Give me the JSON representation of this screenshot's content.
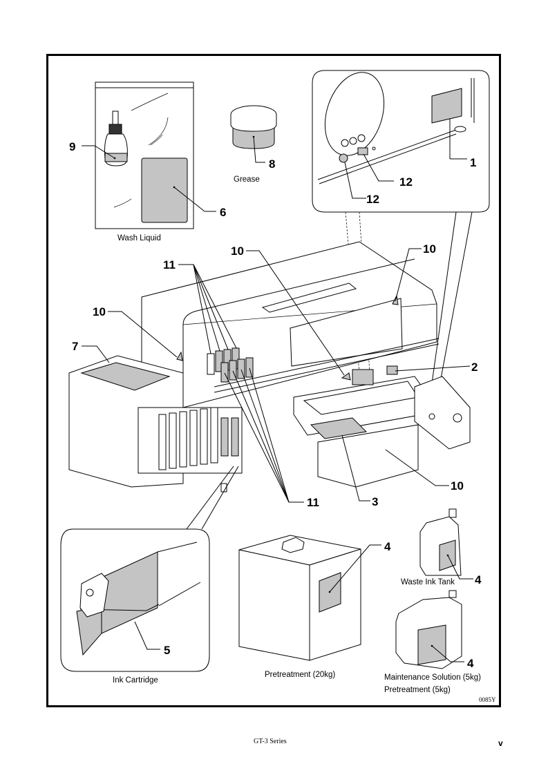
{
  "figure": {
    "code": "0085Y",
    "captions": {
      "wash_liquid": "Wash Liquid",
      "grease": "Grease",
      "ink_cartridge": "Ink Cartridge",
      "pretreatment_20kg": "Pretreatment (20kg)",
      "waste_ink_tank": "Waste Ink Tank",
      "maintenance_solution": "Maintenance Solution (5kg)",
      "pretreatment_5kg": "Pretreatment (5kg)"
    },
    "callouts": {
      "c1": "1",
      "c2": "2",
      "c3": "3",
      "c4a": "4",
      "c4b": "4",
      "c4c": "4",
      "c5": "5",
      "c6": "6",
      "c7": "7",
      "c8": "8",
      "c9": "9",
      "c10a": "10",
      "c10b": "10",
      "c10c": "10",
      "c10d": "10",
      "c11a": "11",
      "c11b": "11",
      "c12a": "12",
      "c12b": "12"
    },
    "label_color": "#c4c4c4"
  },
  "footer": {
    "title": "GT-3 Series",
    "page_number": "v"
  }
}
